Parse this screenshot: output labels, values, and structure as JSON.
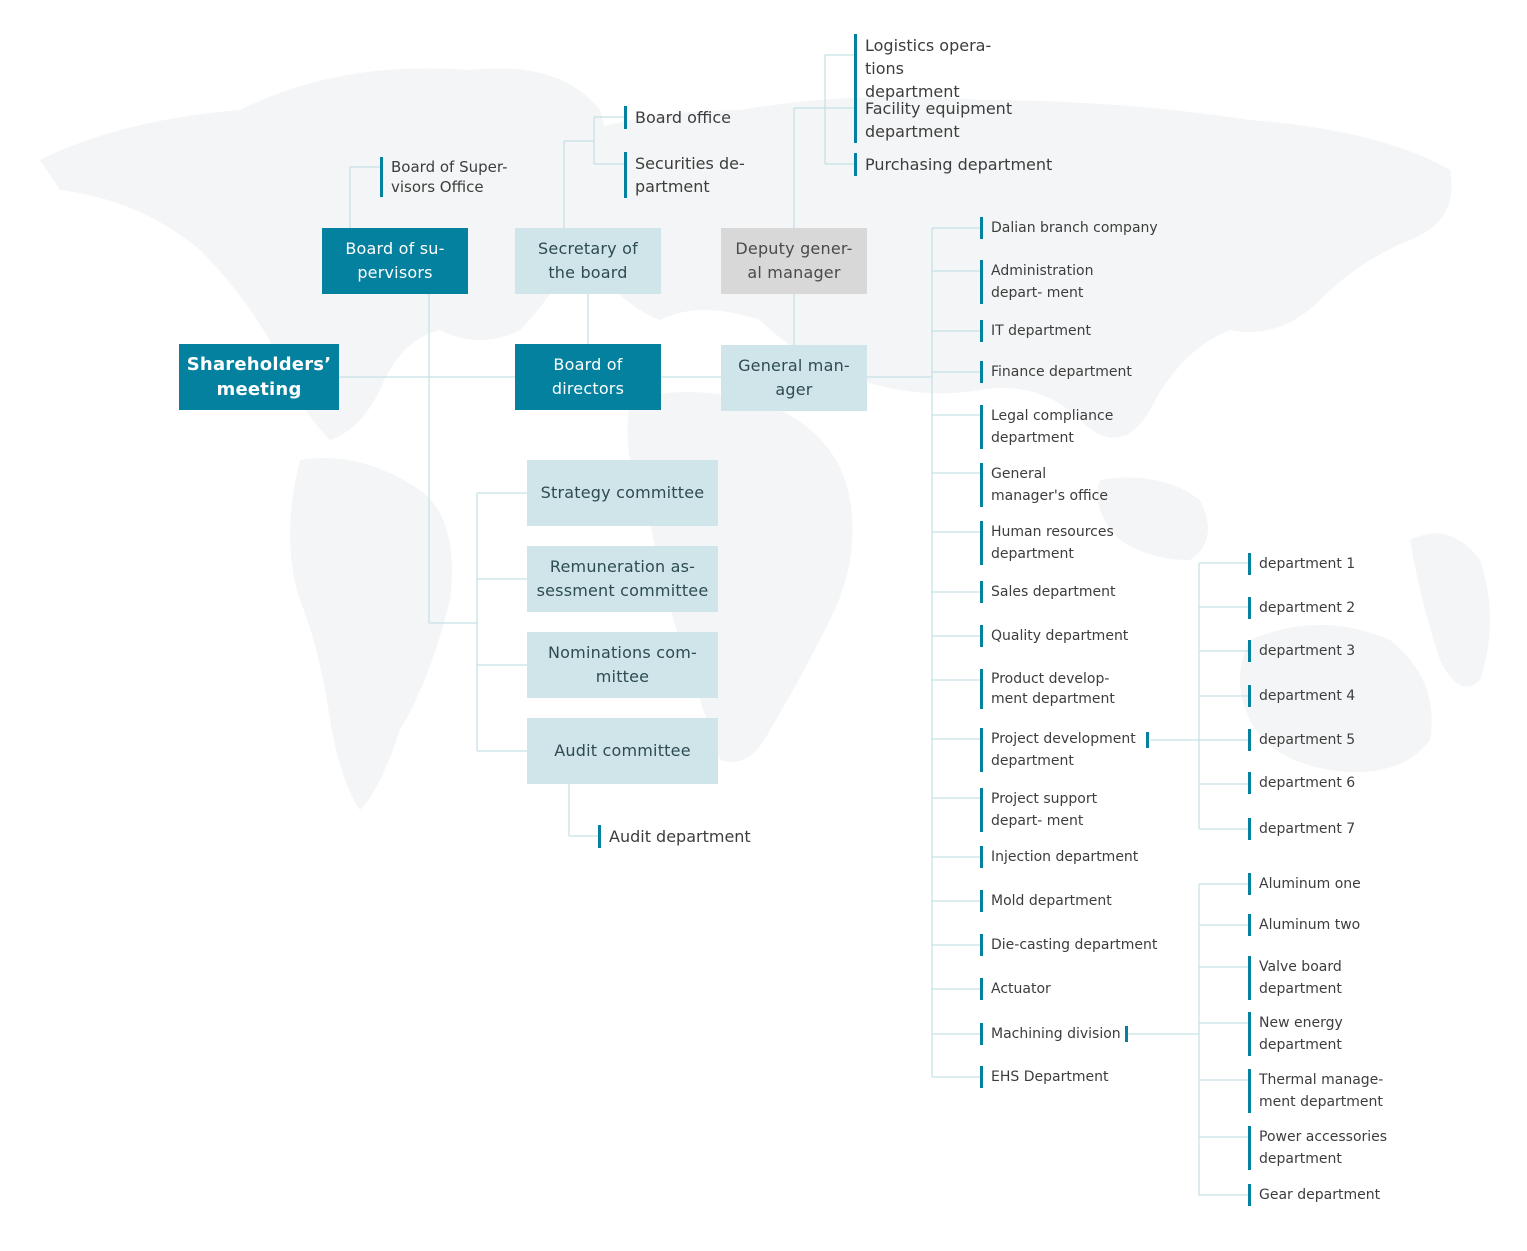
{
  "root": "Shareholders’ meeting",
  "supervisors": {
    "box": "Board of su- pervisors",
    "office": "Board of Super- visors Office"
  },
  "secretary": {
    "box": "Secretary of the board",
    "board_office": "Board office",
    "securities": "Securities de- partment"
  },
  "deputy": {
    "box": "Deputy gener- al manager",
    "logistics": "Logistics opera- tions department",
    "facility": "Facility equipment department",
    "purchasing": "Purchasing department"
  },
  "directors": "Board of directors",
  "gm": "General man- ager",
  "committees": {
    "strategy": "Strategy committee",
    "remuneration": "Remuneration as- sessment committee",
    "nominations": "Nominations com- mittee",
    "audit": "Audit committee",
    "audit_dept": "Audit department"
  },
  "gm_departments": [
    "Dalian branch company",
    "Administration depart- ment",
    "IT department",
    "Finance department",
    "Legal compliance department",
    "General manager's office",
    "Human resources department",
    "Sales department",
    "Quality department",
    "Product develop- ment department",
    "Project development department",
    "Project support depart- ment",
    "Injection department",
    "Mold department",
    "Die-casting department",
    "Actuator",
    "Machining division",
    "EHS Department"
  ],
  "project_subdepartments": [
    "department 1",
    "department 2",
    "department 3",
    "department 4",
    "department 5",
    "department 6",
    "department 7"
  ],
  "machining_subdepartments": [
    "Aluminum one",
    "Aluminum two",
    "Valve board department",
    "New energy department",
    "Thermal manage- ment department",
    "Power accessories department",
    "Gear department"
  ],
  "colors": {
    "primary": "#03819f",
    "light": "#cfe5ea",
    "deputy": "#d8d8d8",
    "connector": "#b9dbe2",
    "map": "#f4f5f6"
  }
}
